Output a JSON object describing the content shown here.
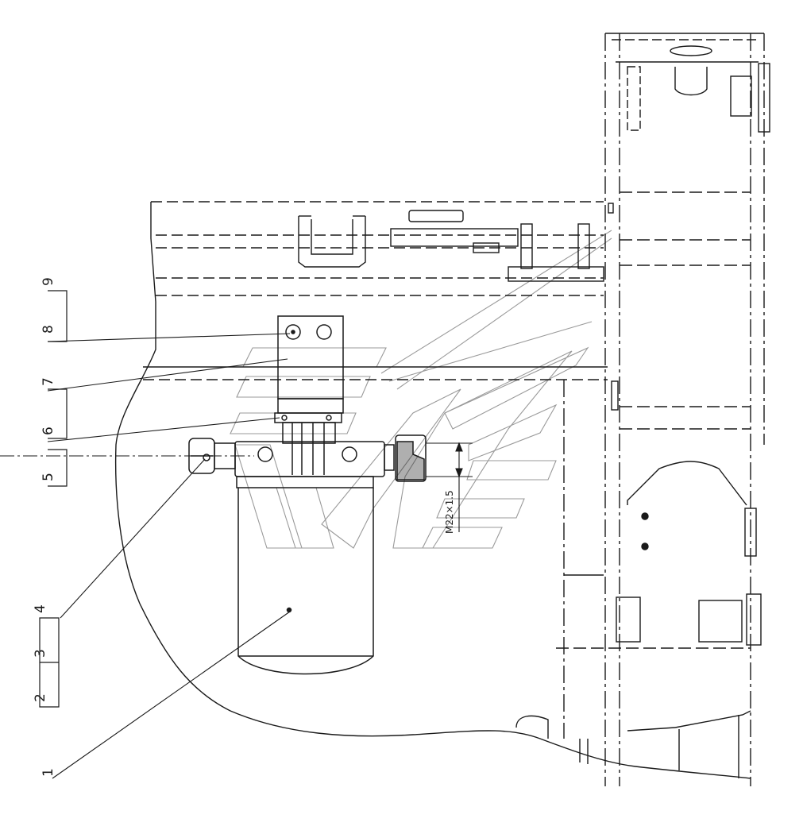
{
  "drawing": {
    "callouts": [
      {
        "id": "9",
        "label": "9"
      },
      {
        "id": "8",
        "label": "8"
      },
      {
        "id": "7",
        "label": "7"
      },
      {
        "id": "6",
        "label": "6"
      },
      {
        "id": "5",
        "label": "5"
      },
      {
        "id": "4",
        "label": "4"
      },
      {
        "id": "3",
        "label": "3"
      },
      {
        "id": "2",
        "label": "2"
      },
      {
        "id": "1",
        "label": "1"
      }
    ],
    "dimension": {
      "label": "M22×1.5"
    },
    "colors": {
      "ink": "#1a1a1a",
      "watermark": "#9a9a9a"
    }
  }
}
